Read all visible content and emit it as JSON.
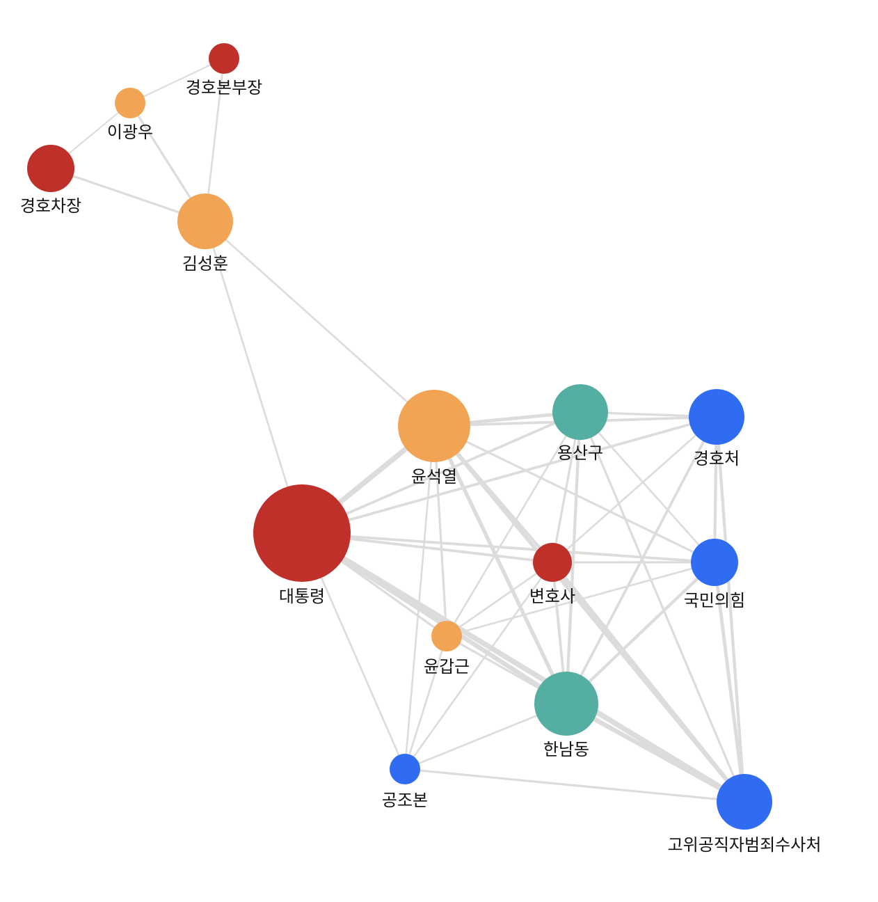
{
  "graph": {
    "groups": {
      "red": "#c0302a",
      "orange": "#f0a454",
      "teal": "#55aea2",
      "blue": "#2f6cf2"
    },
    "edge_color": "#dcdcdc",
    "nodes": [
      {
        "id": "daetongryeong",
        "label": "대통령",
        "group": "red",
        "weight": 70
      },
      {
        "id": "yunseokyeol",
        "label": "윤석열",
        "group": "orange",
        "weight": 52
      },
      {
        "id": "hannamdong",
        "label": "한남동",
        "group": "teal",
        "weight": 46
      },
      {
        "id": "yongsangu",
        "label": "용산구",
        "group": "teal",
        "weight": 40
      },
      {
        "id": "gyeonghocheo",
        "label": "경호처",
        "group": "blue",
        "weight": 40
      },
      {
        "id": "gukminuihim",
        "label": "국민의힘",
        "group": "blue",
        "weight": 34
      },
      {
        "id": "gongsucheo",
        "label": "고위공직자범죄수사처",
        "group": "blue",
        "weight": 40
      },
      {
        "id": "byeonhosa",
        "label": "변호사",
        "group": "red",
        "weight": 28
      },
      {
        "id": "yungapgeun",
        "label": "윤갑근",
        "group": "orange",
        "weight": 22
      },
      {
        "id": "gongjobon",
        "label": "공조본",
        "group": "blue",
        "weight": 22
      },
      {
        "id": "gimseonghun",
        "label": "김성훈",
        "group": "orange",
        "weight": 40
      },
      {
        "id": "gyeonghochajang",
        "label": "경호차장",
        "group": "red",
        "weight": 34
      },
      {
        "id": "igwangwoo",
        "label": "이광우",
        "group": "orange",
        "weight": 22
      },
      {
        "id": "gyeonghobonbujang",
        "label": "경호본부장",
        "group": "red",
        "weight": 22
      }
    ],
    "edges": [
      {
        "source": "gyeonghobonbujang",
        "target": "igwangwoo",
        "weight": 1
      },
      {
        "source": "gyeonghobonbujang",
        "target": "gimseonghun",
        "weight": 1.5
      },
      {
        "source": "igwangwoo",
        "target": "gyeonghochajang",
        "weight": 1
      },
      {
        "source": "igwangwoo",
        "target": "gimseonghun",
        "weight": 2
      },
      {
        "source": "gyeonghochajang",
        "target": "gimseonghun",
        "weight": 2
      },
      {
        "source": "gimseonghun",
        "target": "yunseokyeol",
        "weight": 1.5
      },
      {
        "source": "gimseonghun",
        "target": "daetongryeong",
        "weight": 1.5
      },
      {
        "source": "daetongryeong",
        "target": "yunseokyeol",
        "weight": 6
      },
      {
        "source": "daetongryeong",
        "target": "yongsangu",
        "weight": 2.5
      },
      {
        "source": "daetongryeong",
        "target": "gyeonghocheo",
        "weight": 2.5
      },
      {
        "source": "daetongryeong",
        "target": "byeonhosa",
        "weight": 2.5
      },
      {
        "source": "daetongryeong",
        "target": "gukminuihim",
        "weight": 2.5
      },
      {
        "source": "daetongryeong",
        "target": "hannamdong",
        "weight": 5
      },
      {
        "source": "daetongryeong",
        "target": "gongsucheo",
        "weight": 6
      },
      {
        "source": "daetongryeong",
        "target": "gongjobon",
        "weight": 1.5
      },
      {
        "source": "daetongryeong",
        "target": "yungapgeun",
        "weight": 2
      },
      {
        "source": "yunseokyeol",
        "target": "yongsangu",
        "weight": 3.5
      },
      {
        "source": "yunseokyeol",
        "target": "gyeonghocheo",
        "weight": 2.5
      },
      {
        "source": "yunseokyeol",
        "target": "byeonhosa",
        "weight": 3
      },
      {
        "source": "yunseokyeol",
        "target": "gukminuihim",
        "weight": 2
      },
      {
        "source": "yunseokyeol",
        "target": "hannamdong",
        "weight": 4
      },
      {
        "source": "yunseokyeol",
        "target": "gongsucheo",
        "weight": 4
      },
      {
        "source": "yunseokyeol",
        "target": "yungapgeun",
        "weight": 2
      },
      {
        "source": "yunseokyeol",
        "target": "gongjobon",
        "weight": 1.5
      },
      {
        "source": "yongsangu",
        "target": "gyeonghocheo",
        "weight": 2
      },
      {
        "source": "yongsangu",
        "target": "byeonhosa",
        "weight": 2
      },
      {
        "source": "yongsangu",
        "target": "gukminuihim",
        "weight": 1.5
      },
      {
        "source": "yongsangu",
        "target": "hannamdong",
        "weight": 3
      },
      {
        "source": "yongsangu",
        "target": "gongsucheo",
        "weight": 2
      },
      {
        "source": "yongsangu",
        "target": "yungapgeun",
        "weight": 1.5
      },
      {
        "source": "gyeonghocheo",
        "target": "gukminuihim",
        "weight": 3
      },
      {
        "source": "gyeonghocheo",
        "target": "byeonhosa",
        "weight": 1.5
      },
      {
        "source": "gyeonghocheo",
        "target": "hannamdong",
        "weight": 2.5
      },
      {
        "source": "gyeonghocheo",
        "target": "gongsucheo",
        "weight": 3
      },
      {
        "source": "gukminuihim",
        "target": "byeonhosa",
        "weight": 2
      },
      {
        "source": "gukminuihim",
        "target": "hannamdong",
        "weight": 3
      },
      {
        "source": "gukminuihim",
        "target": "gongsucheo",
        "weight": 3.5
      },
      {
        "source": "gukminuihim",
        "target": "yungapgeun",
        "weight": 1.5
      },
      {
        "source": "byeonhosa",
        "target": "hannamdong",
        "weight": 2.5
      },
      {
        "source": "byeonhosa",
        "target": "gongsucheo",
        "weight": 4.5
      },
      {
        "source": "byeonhosa",
        "target": "yungapgeun",
        "weight": 1.5
      },
      {
        "source": "byeonhosa",
        "target": "gongjobon",
        "weight": 1.5
      },
      {
        "source": "yungapgeun",
        "target": "hannamdong",
        "weight": 2
      },
      {
        "source": "yungapgeun",
        "target": "gongjobon",
        "weight": 1.5
      },
      {
        "source": "hannamdong",
        "target": "gongsucheo",
        "weight": 5
      },
      {
        "source": "hannamdong",
        "target": "gongjobon",
        "weight": 1.5
      },
      {
        "source": "gongjobon",
        "target": "gongsucheo",
        "weight": 2
      }
    ]
  }
}
